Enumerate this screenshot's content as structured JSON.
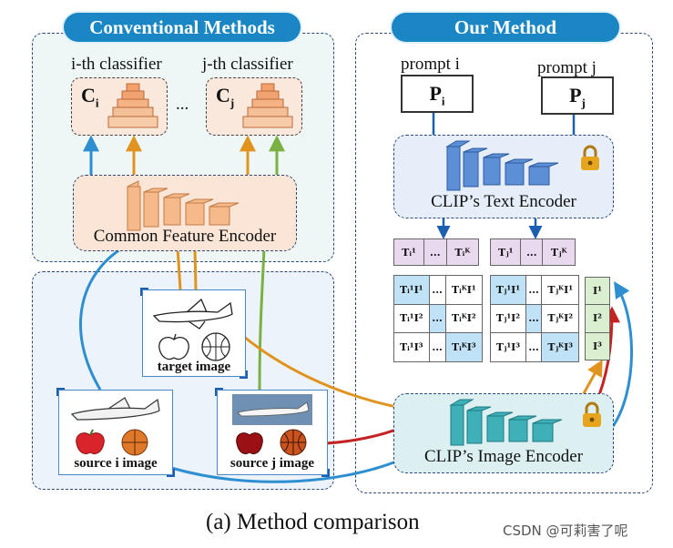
{
  "conventional": {
    "title": "Conventional Methods",
    "classifier_i_label": "i-th classifier",
    "classifier_j_label": "j-th classifier",
    "classifier_i_name": "C",
    "classifier_i_sub": "i",
    "classifier_j_name": "C",
    "classifier_j_sub": "j",
    "ellipsis": "...",
    "encoder_label": "Common Feature Encoder"
  },
  "ours": {
    "title": "Our Method",
    "prompt_i_label": "prompt i",
    "prompt_j_label": "prompt j",
    "prompt_i_name": "P",
    "prompt_i_sub": "i",
    "prompt_j_name": "P",
    "prompt_j_sub": "j",
    "text_encoder_label": "CLIP’s Text Encoder",
    "image_encoder_label": "CLIP’s Image Encoder"
  },
  "matrix": {
    "left_top": [
      "Tᵢ¹",
      "...",
      "Tᵢᴷ"
    ],
    "right_top": [
      "Tⱼ¹",
      "...",
      "Tⱼᴷ"
    ],
    "left_rows": [
      [
        "Tᵢ¹I¹",
        "...",
        "TᵢᴷI¹"
      ],
      [
        "Tᵢ¹I²",
        "...",
        "TᵢᴷI²"
      ],
      [
        "Tᵢ¹I³",
        "...",
        "TᵢᴷI³"
      ]
    ],
    "right_rows": [
      [
        "Tⱼ¹I¹",
        "...",
        "TⱼᴷI¹"
      ],
      [
        "Tⱼ¹I²",
        "...",
        "TⱼᴷI²"
      ],
      [
        "Tⱼ¹I³",
        "...",
        "TⱼᴷI³"
      ]
    ],
    "image_col": [
      "I¹",
      "I²",
      "I³"
    ]
  },
  "images": {
    "target_label": "target image",
    "source_i_label": "source i image",
    "source_j_label": "source j image"
  },
  "caption": "(a) Method comparison",
  "watermark": "CSDN @可莉害了呢",
  "colors": {
    "pill": "#1b86c4",
    "blue_arrow": "#2d8fd0",
    "orange_arrow": "#e0941f",
    "green_arrow": "#7bb043",
    "red_arrow": "#c42222",
    "lock": "#e7a51d"
  }
}
